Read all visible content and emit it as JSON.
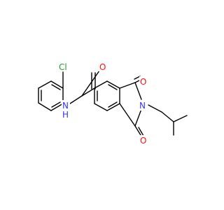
{
  "structure": {
    "atoms": [
      {
        "id": "Cl1",
        "symbol": "Cl",
        "label": "Cl"
      },
      {
        "id": "N1",
        "symbol": "N",
        "label": "N"
      },
      {
        "id": "H1",
        "symbol": "H",
        "label": "H"
      },
      {
        "id": "O1",
        "symbol": "O",
        "label": "O"
      },
      {
        "id": "O2",
        "symbol": "O",
        "label": "O"
      },
      {
        "id": "N2",
        "symbol": "N",
        "label": "N"
      },
      {
        "id": "O3",
        "symbol": "O",
        "label": "O"
      }
    ]
  },
  "colors": {
    "bond": "#000000",
    "nitrogen": "#3333ff",
    "oxygen": "#ff0d0d",
    "chlorine": "#1fa01f",
    "hydrogen": "#3333ff"
  }
}
